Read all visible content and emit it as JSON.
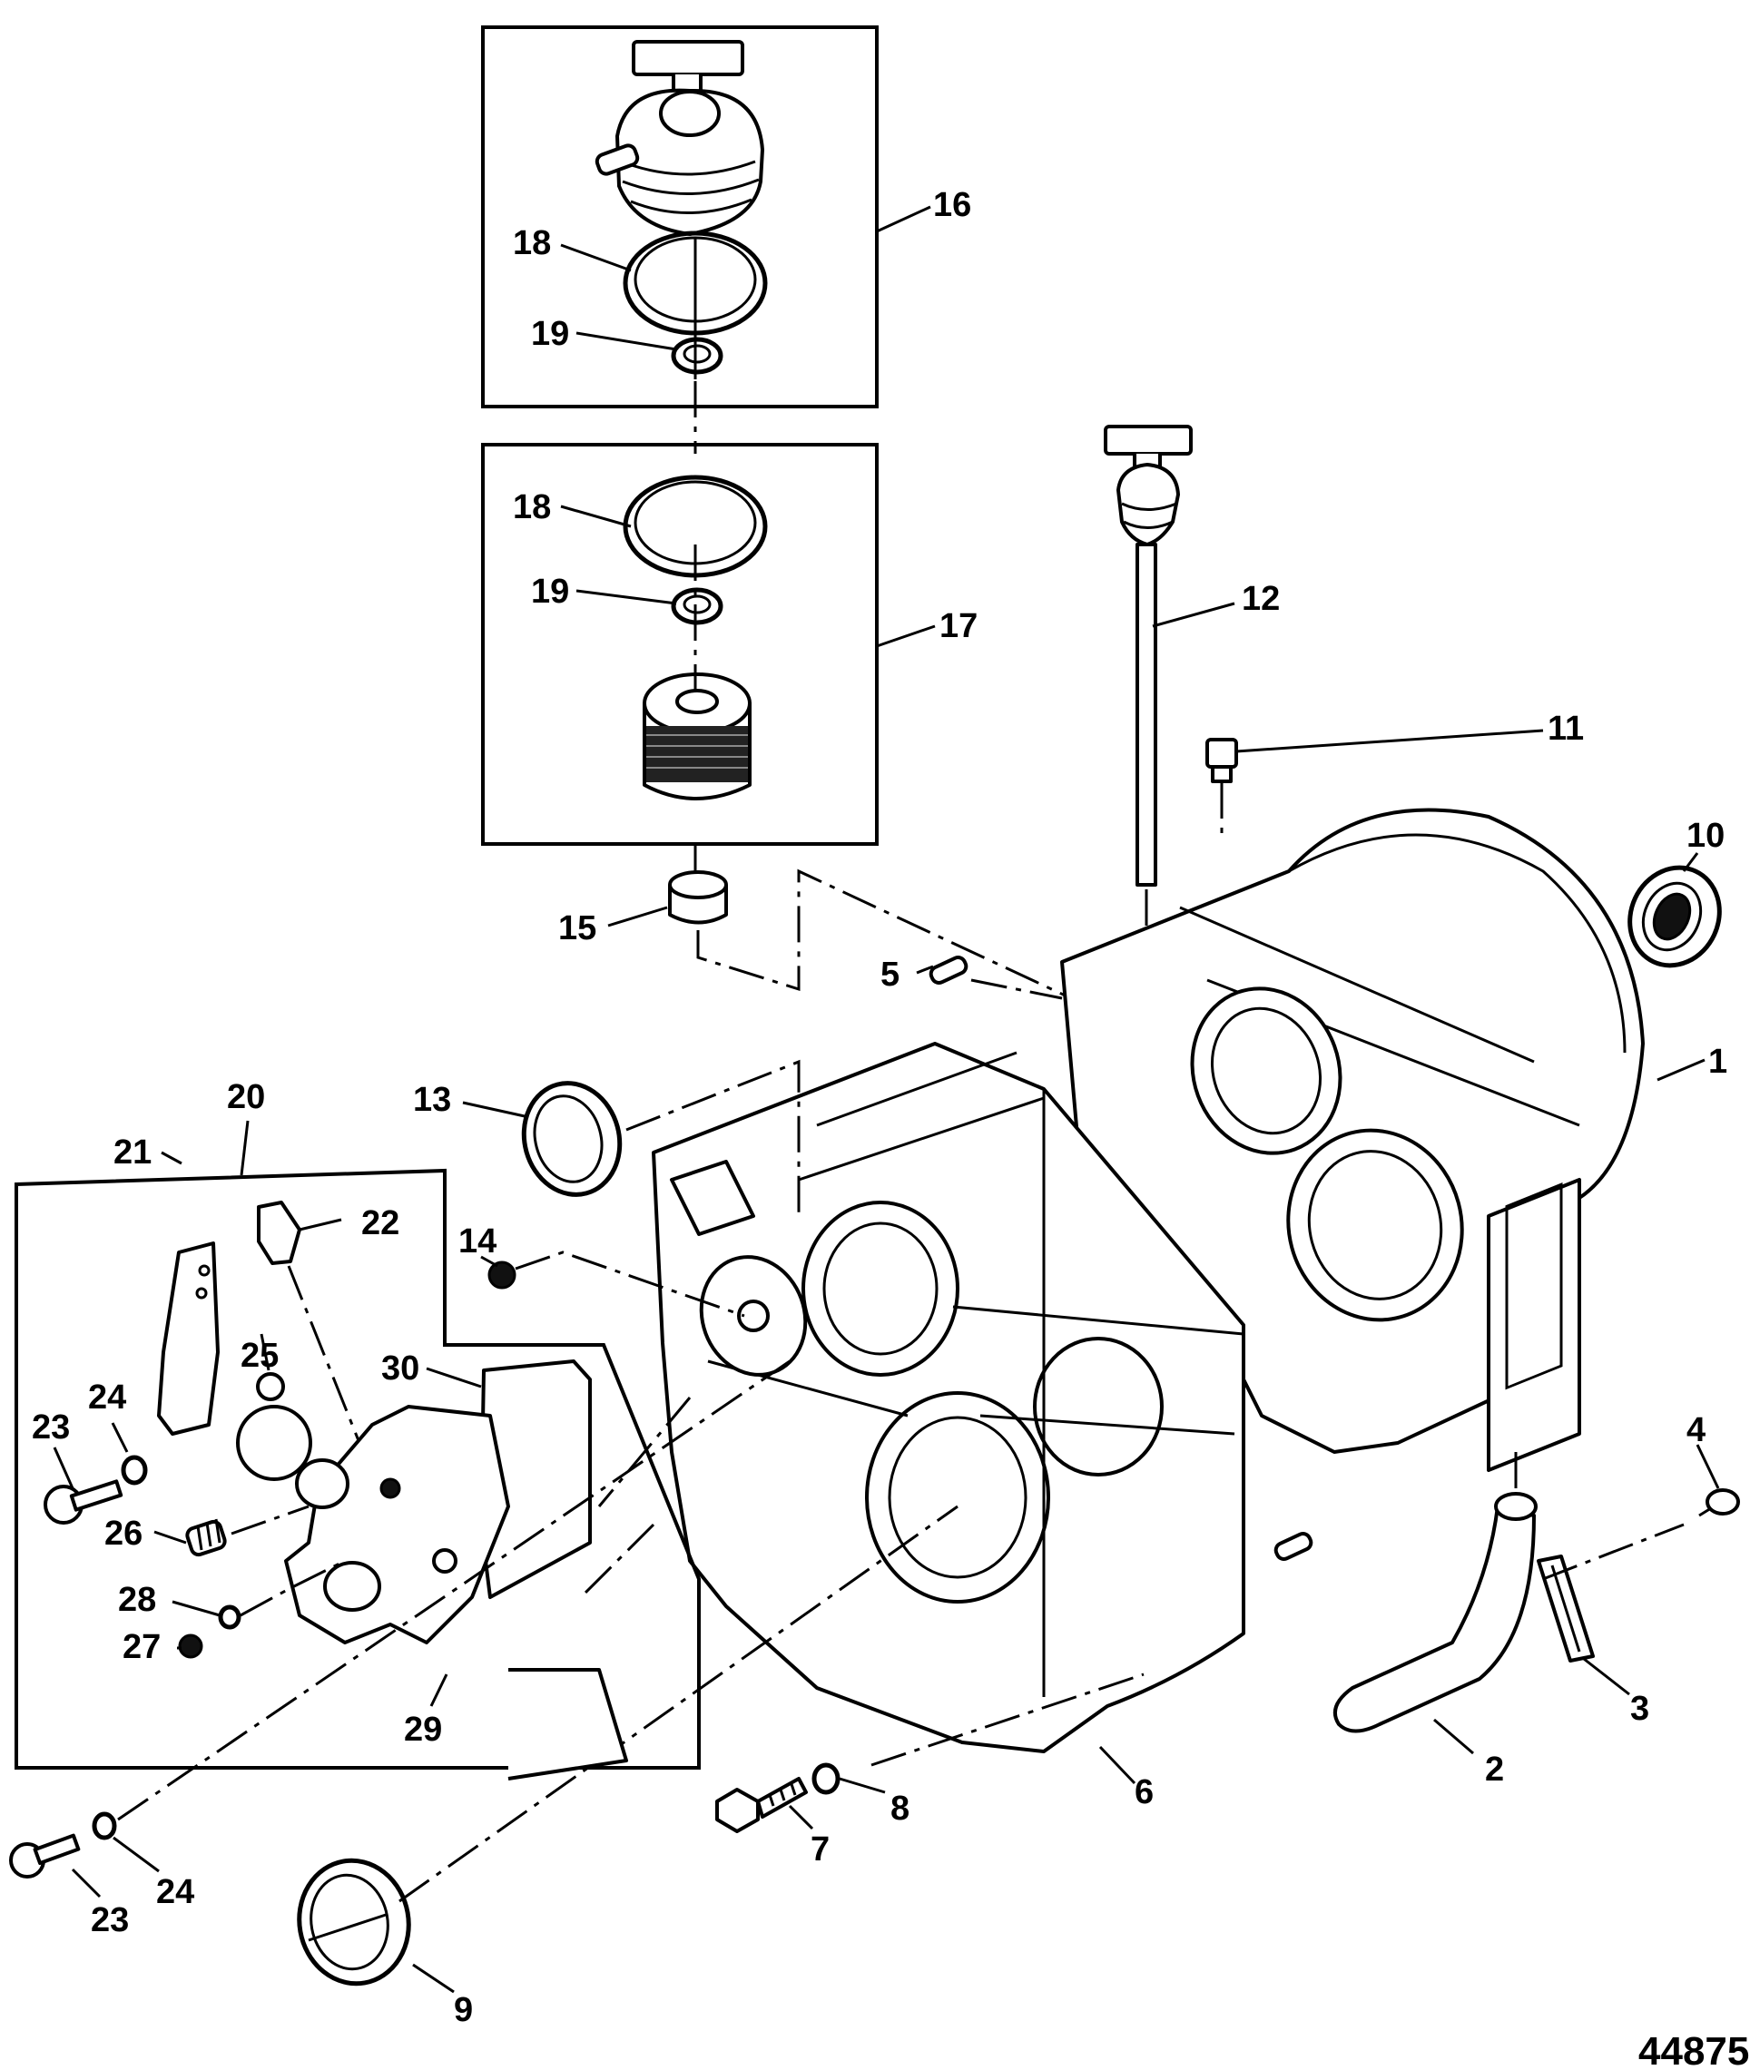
{
  "figure": {
    "type": "exploded-parts-diagram",
    "figure_number": "44875"
  },
  "callouts": [
    {
      "id": "1",
      "text": "1"
    },
    {
      "id": "2",
      "text": "2"
    },
    {
      "id": "3",
      "text": "3"
    },
    {
      "id": "4",
      "text": "4"
    },
    {
      "id": "5",
      "text": "5"
    },
    {
      "id": "6",
      "text": "6"
    },
    {
      "id": "7",
      "text": "7"
    },
    {
      "id": "8",
      "text": "8"
    },
    {
      "id": "9",
      "text": "9"
    },
    {
      "id": "10",
      "text": "10"
    },
    {
      "id": "11",
      "text": "11"
    },
    {
      "id": "12",
      "text": "12"
    },
    {
      "id": "13",
      "text": "13"
    },
    {
      "id": "14",
      "text": "14"
    },
    {
      "id": "15",
      "text": "15"
    },
    {
      "id": "16",
      "text": "16"
    },
    {
      "id": "17",
      "text": "17"
    },
    {
      "id": "18a",
      "text": "18"
    },
    {
      "id": "19a",
      "text": "19"
    },
    {
      "id": "18b",
      "text": "18"
    },
    {
      "id": "19b",
      "text": "19"
    },
    {
      "id": "20",
      "text": "20"
    },
    {
      "id": "21",
      "text": "21"
    },
    {
      "id": "22",
      "text": "22"
    },
    {
      "id": "23a",
      "text": "23"
    },
    {
      "id": "24a",
      "text": "24"
    },
    {
      "id": "25",
      "text": "25"
    },
    {
      "id": "26",
      "text": "26"
    },
    {
      "id": "27",
      "text": "27"
    },
    {
      "id": "28",
      "text": "28"
    },
    {
      "id": "29",
      "text": "29"
    },
    {
      "id": "30",
      "text": "30"
    },
    {
      "id": "23b",
      "text": "23"
    },
    {
      "id": "24b",
      "text": "24"
    }
  ],
  "parts": {
    "housing": "transmission-housing",
    "dipstick": "dipstick",
    "filter_cap": "filter-cap-assembly",
    "filter_element": "filter-element",
    "pump": "pump-assembly",
    "seals": "seal-rings"
  }
}
